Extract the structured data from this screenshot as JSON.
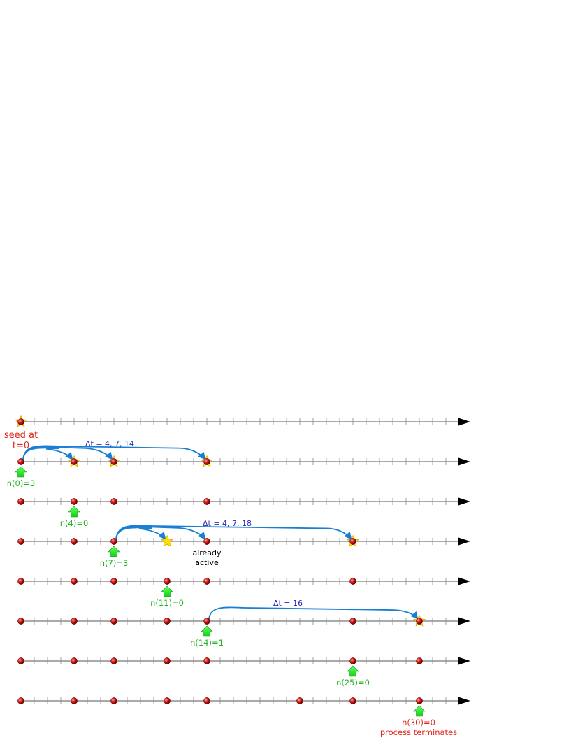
{
  "timelines": [
    {
      "dots": [
        0
      ],
      "stars": [
        0
      ]
    },
    {
      "dots": [
        0,
        4,
        7,
        14
      ],
      "stars": [
        4,
        7,
        14
      ]
    },
    {
      "dots": [
        0,
        4,
        7,
        14
      ],
      "stars": []
    },
    {
      "dots": [
        0,
        4,
        7,
        14,
        25
      ],
      "stars": [
        11,
        25
      ]
    },
    {
      "dots": [
        0,
        4,
        7,
        11,
        14,
        25
      ],
      "stars": []
    },
    {
      "dots": [
        0,
        4,
        7,
        11,
        14,
        25,
        30
      ],
      "stars": [
        30
      ]
    },
    {
      "dots": [
        0,
        4,
        7,
        11,
        14,
        25,
        30
      ],
      "stars": []
    },
    {
      "dots": [
        0,
        4,
        7,
        11,
        14,
        21,
        25,
        30
      ],
      "stars": []
    }
  ],
  "axis": {
    "t_min": 0,
    "t_max": 32
  },
  "seed": {
    "t": 0,
    "label_line1": "seed at",
    "label_line2": "t=0"
  },
  "jumps": [
    {
      "row": 1,
      "from": 0,
      "to": [
        4,
        7,
        14
      ],
      "label": "Δt = 4, 7, 14"
    },
    {
      "row": 3,
      "from": 7,
      "to": [
        11,
        14,
        25
      ],
      "label": "Δt = 4, 7, 18"
    },
    {
      "row": 5,
      "from": 14,
      "to": [
        30
      ],
      "label": "Δt = 16"
    }
  ],
  "arrows": [
    {
      "row": 1,
      "t": 0,
      "label": "n(0)=3"
    },
    {
      "row": 2,
      "t": 4,
      "label": "n(4)=0"
    },
    {
      "row": 3,
      "t": 7,
      "label": "n(7)=3"
    },
    {
      "row": 4,
      "t": 11,
      "label": "n(11)=0"
    },
    {
      "row": 5,
      "t": 14,
      "label": "n(14)=1"
    },
    {
      "row": 6,
      "t": 25,
      "label": "n(25)=0"
    },
    {
      "row": 7,
      "t": 30,
      "label": "n(30)=0"
    }
  ],
  "annotations": {
    "already_active_line1": "already",
    "already_active_line2": "active",
    "terminates": "process terminates"
  },
  "colors": {
    "axis": "#555555",
    "arrowhead": "#000000",
    "node": "#c81818",
    "star": "#ffe000",
    "jump": "#1a7fd4",
    "green_arrow": "#22ee22",
    "green_text": "#22b422",
    "red_text": "#e0281e",
    "blue_text": "#2a2ab4"
  }
}
